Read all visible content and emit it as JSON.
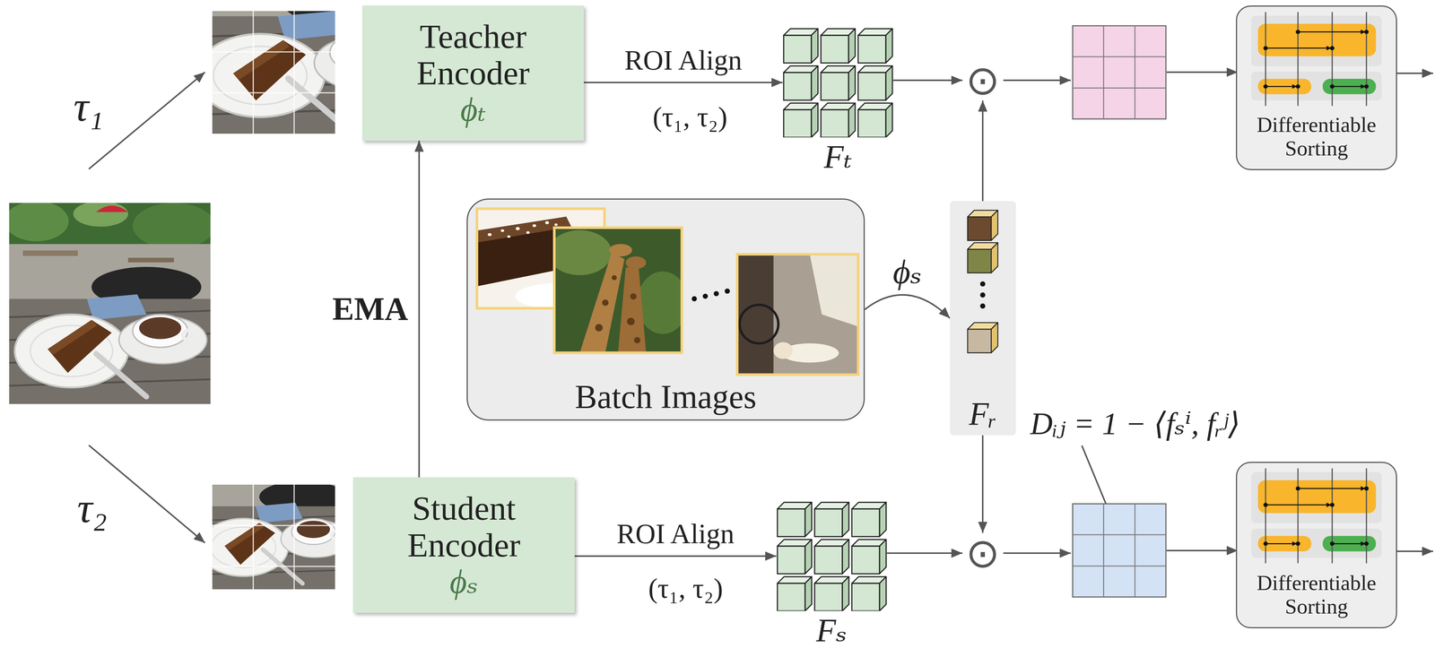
{
  "diagram": {
    "nodes": [
      {
        "text": [
          "Teacher Encoder",
          "ϕₜ"
        ]
      },
      {
        "text": [
          "Fₜ"
        ]
      },
      {
        "text": [
          "⊙"
        ]
      },
      {
        "text": [
          "Differentiable Sorting"
        ]
      },
      {
        "text": [
          "Batch Images"
        ]
      },
      {
        "text": [
          "Fᵣ"
        ]
      },
      {
        "text": [
          "Student Encoder",
          "ϕₛ"
        ]
      },
      {
        "text": [
          "Fₛ"
        ]
      },
      {
        "text": [
          "⊙"
        ]
      },
      {
        "text": [
          "Differentiable Sorting"
        ]
      }
    ],
    "edges": [
      {
        "from": 0,
        "to": 1,
        "arrow": "to",
        "label": "ROI Align"
      },
      {
        "from": 1,
        "to": 2,
        "arrow": "to"
      },
      {
        "from": 5,
        "to": 2,
        "arrow": "to"
      },
      {
        "from": 4,
        "to": 5,
        "arrow": "to",
        "label": "ϕₛ"
      },
      {
        "from": 6,
        "to": 0,
        "arrow": "to",
        "label": "EMA"
      },
      {
        "from": 6,
        "to": 7,
        "arrow": "to",
        "label": "ROI Align"
      },
      {
        "from": 7,
        "to": 8,
        "arrow": "to"
      },
      {
        "from": 5,
        "to": 8,
        "arrow": "to"
      }
    ],
    "labels": [
      "τ₁",
      "τ₂",
      "(τ₁, τ₂)",
      "(τ₁, τ₂)",
      "Dᵢⱼ = 1 − ⟨fₛⁱ, fᵣʲ⟩"
    ]
  }
}
